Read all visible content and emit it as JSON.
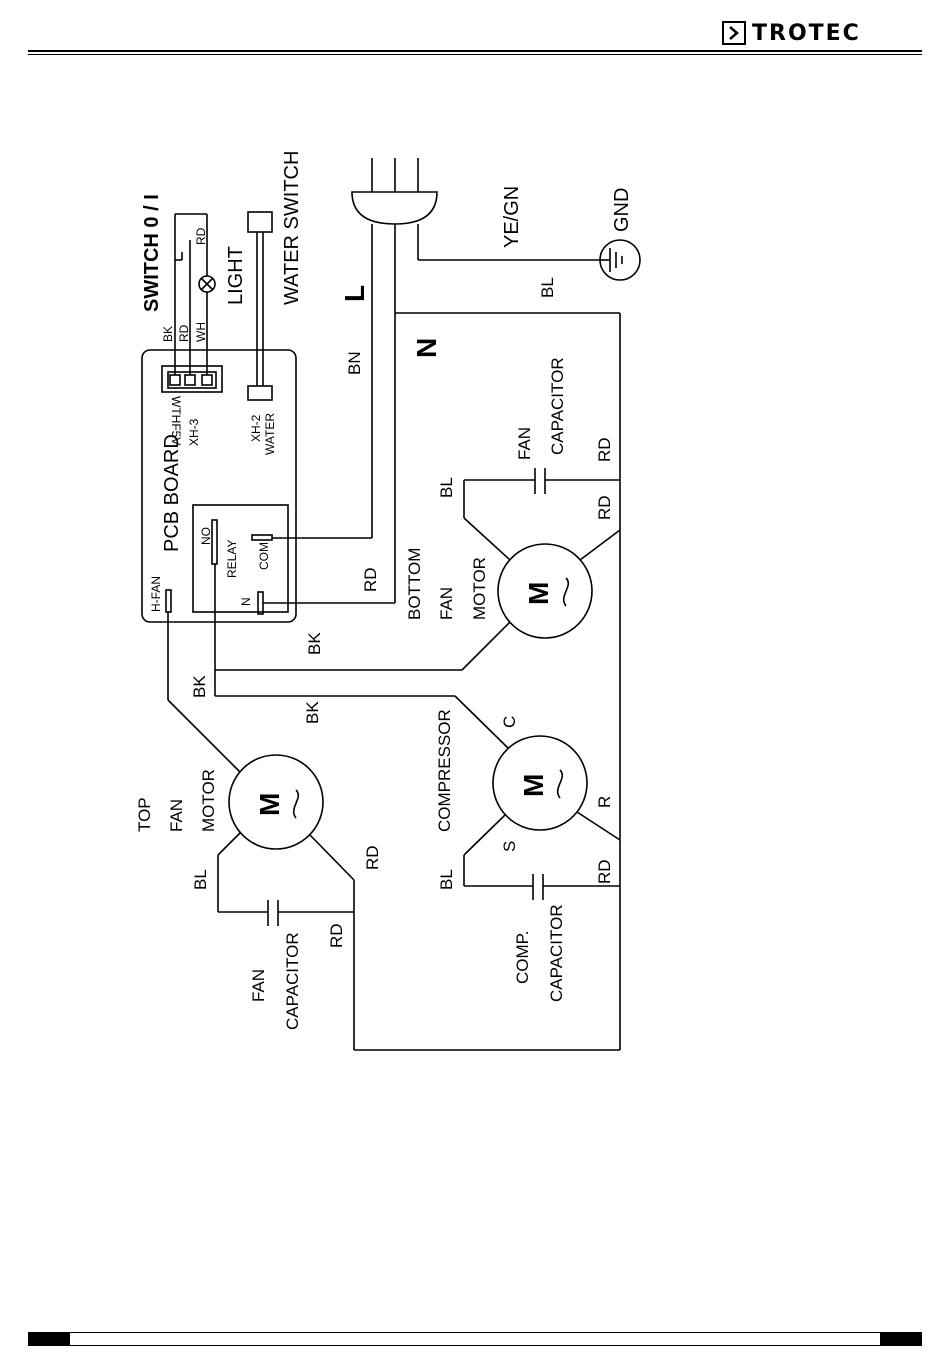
{
  "brand": {
    "name": "TROTEC"
  },
  "diagram": {
    "labels": {
      "switch": "SWITCH 0 / I",
      "light": "LIGHT",
      "water_switch": "WATER SWITCH",
      "l": "L",
      "n": "N",
      "bn": "BN",
      "bl_main": "BL",
      "ye_gn": "YE/GN",
      "gnd": "GND",
      "pcb_board": "PCB BOARD",
      "wthf5v": "WTHF5V",
      "xh3": "XH-3",
      "xh2": "XH-2",
      "water": "WATER",
      "bk_sw": "BK",
      "rd_sw": "RD",
      "wh_sw": "WH",
      "rd_top": "RD",
      "no": "NO",
      "relay": "RELAY",
      "com": "COM",
      "n_pin": "N",
      "h_fan": "H-FAN",
      "rd_relay": "RD",
      "bk_1": "BK",
      "bk_2": "BK",
      "bk_3": "BK",
      "bottom": "BOTTOM",
      "fan": "FAN",
      "motor": "MOTOR",
      "fan_cap_top_1": "FAN",
      "fan_cap_top_2": "CAPACITOR",
      "bl_fancap": "BL",
      "rd_fancap_1": "RD",
      "rd_fancap_2": "RD",
      "compressor": "COMPRESSOR",
      "c": "C",
      "s": "S",
      "r": "R",
      "bl_comp": "BL",
      "rd_comp": "RD",
      "comp_cap_1": "COMP.",
      "comp_cap_2": "CAPACITOR",
      "top": "TOP",
      "top_fan": "FAN",
      "top_motor": "MOTOR",
      "bl_top": "BL",
      "rd_top_motor": "RD",
      "rd_top_cap": "RD",
      "fan_cap_l_1": "FAN",
      "fan_cap_l_2": "CAPACITOR",
      "m": "M",
      "m2": "M",
      "m3": "M"
    }
  }
}
